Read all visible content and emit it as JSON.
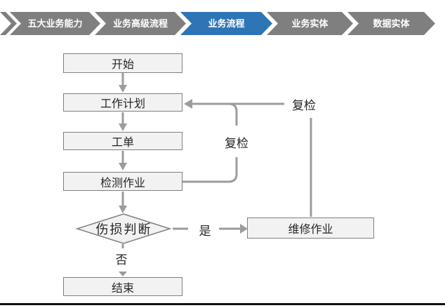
{
  "breadcrumb": {
    "active_color": "#2E75B6",
    "inactive_color": "#7F7F7F",
    "items": [
      {
        "label": "五大业务能力",
        "active": false
      },
      {
        "label": "业务高级流程",
        "active": false
      },
      {
        "label": "业务流程",
        "active": true
      },
      {
        "label": "业务实体",
        "active": false
      },
      {
        "label": "数据实体",
        "active": false
      }
    ]
  },
  "flowchart": {
    "colors": {
      "node_fill": "#F2F2F2",
      "node_border": "#7F7F7F",
      "connector": "#9C9C9C",
      "text": "#262626"
    },
    "nodes": [
      {
        "id": "start",
        "label": "开始",
        "shape": "rect"
      },
      {
        "id": "plan",
        "label": "工作计划",
        "shape": "rect"
      },
      {
        "id": "order",
        "label": "工单",
        "shape": "rect"
      },
      {
        "id": "inspect",
        "label": "检测作业",
        "shape": "rect"
      },
      {
        "id": "judge",
        "label": "伤损判断",
        "shape": "diamond"
      },
      {
        "id": "repair",
        "label": "维修作业",
        "shape": "rect"
      },
      {
        "id": "end",
        "label": "结束",
        "shape": "rect"
      }
    ],
    "edges": [
      {
        "from": "start",
        "to": "plan",
        "label": ""
      },
      {
        "from": "plan",
        "to": "order",
        "label": ""
      },
      {
        "from": "order",
        "to": "inspect",
        "label": ""
      },
      {
        "from": "inspect",
        "to": "judge",
        "label": ""
      },
      {
        "from": "judge",
        "to": "repair",
        "label": "是"
      },
      {
        "from": "judge",
        "to": "end",
        "label": "否"
      },
      {
        "from": "inspect",
        "to": "plan",
        "label": "复检"
      },
      {
        "from": "repair",
        "to": "plan",
        "label": "复检"
      }
    ]
  }
}
